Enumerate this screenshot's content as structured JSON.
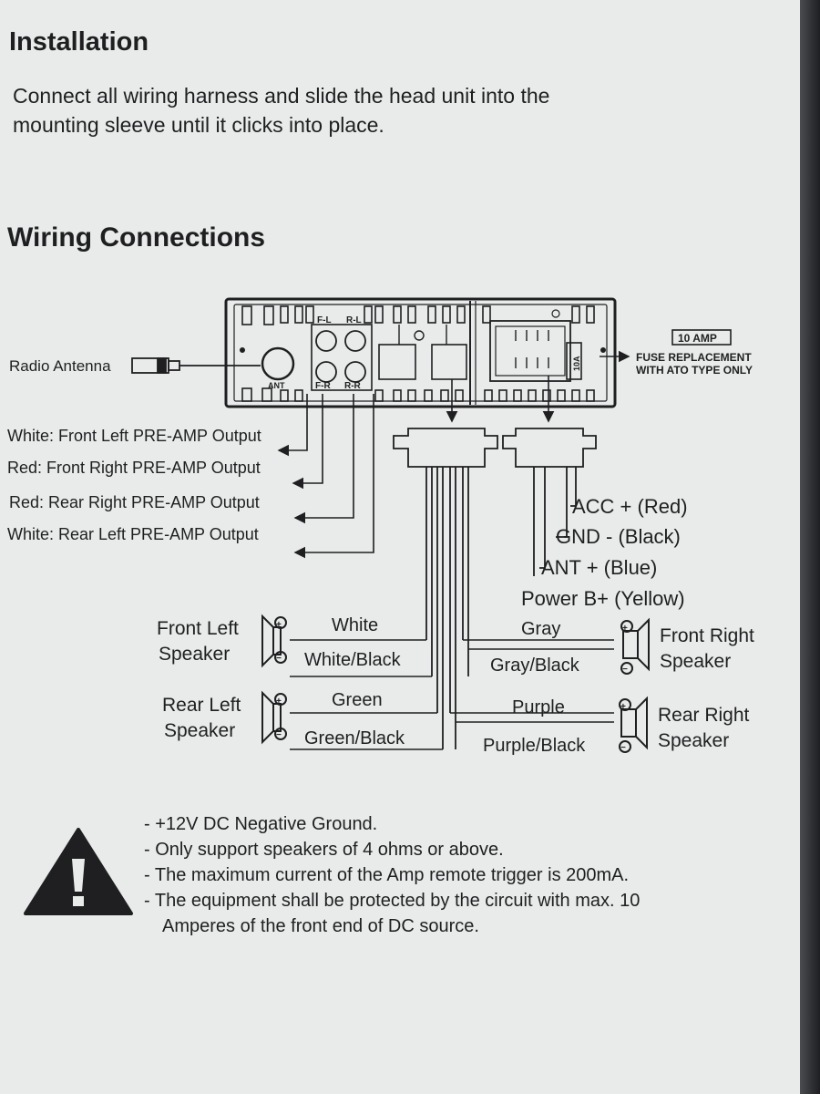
{
  "installation": {
    "heading": "Installation",
    "line1": "Connect all wiring harness and slide the head unit into the",
    "line2": "mounting sleeve until it clicks into place."
  },
  "wiring": {
    "heading": "Wiring Connections",
    "antenna_label": "Radio Antenna",
    "port_labels": {
      "fl": "F-L",
      "rl": "R-L",
      "fr": "F-R",
      "rr": "R-R",
      "ant": "ANT"
    },
    "fuse": {
      "rating": "10 AMP",
      "line1": "FUSE REPLACEMENT",
      "line2": "WITH ATO TYPE ONLY",
      "fuse_mark": "10A"
    },
    "preamp_outputs": [
      "White: Front Left PRE-AMP Output",
      "Red: Front Right PRE-AMP Output",
      "Red: Rear Right PRE-AMP Output",
      "White: Rear Left PRE-AMP Output"
    ],
    "power_wires": [
      "ACC + (Red)",
      "GND -  (Black)",
      "ANT + (Blue)",
      "Power B+ (Yellow)"
    ],
    "speakers": {
      "front_left": {
        "line1": "Front Left",
        "line2": "Speaker",
        "pos_wire": "White",
        "neg_wire": "White/Black"
      },
      "rear_left": {
        "line1": "Rear Left",
        "line2": "Speaker",
        "pos_wire": "Green",
        "neg_wire": "Green/Black"
      },
      "front_right": {
        "line1": "Front Right",
        "line2": "Speaker",
        "pos_wire": "Gray",
        "neg_wire": "Gray/Black"
      },
      "rear_right": {
        "line1": "Rear Right",
        "line2": "Speaker",
        "pos_wire": "Purple",
        "neg_wire": "Purple/Black"
      }
    },
    "polarity": {
      "plus": "+",
      "minus": "−"
    }
  },
  "warning": {
    "icon": "warning-triangle-icon",
    "notes": [
      "- +12V DC Negative Ground.",
      "- Only support speakers of 4 ohms or above.",
      "- The maximum current of the Amp remote trigger is 200mA.",
      "- The equipment shall be protected by the circuit with max. 10",
      "Amperes of the front end of DC source."
    ]
  }
}
